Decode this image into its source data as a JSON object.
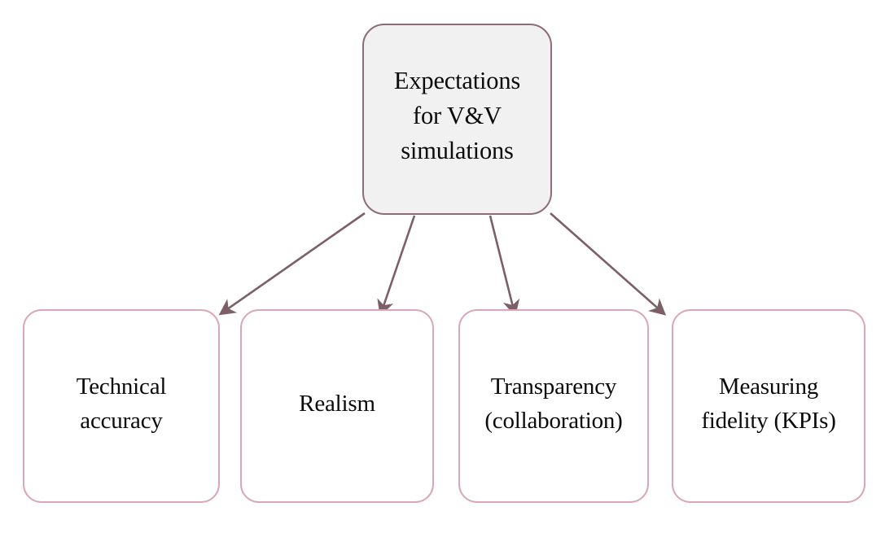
{
  "diagram": {
    "type": "hierarchy-tree",
    "orientation": "top-down",
    "background_color": "#ffffff",
    "root": {
      "id": "root",
      "label": "Expectations\nfor V&V\nsimulations",
      "fill_color": "#f2f1f1",
      "border_color": "#8c6c77",
      "text_color": "#0b0b0b"
    },
    "leaves": [
      {
        "id": "technical-accuracy",
        "label": "Technical\naccuracy",
        "fill_color": "#ffffff",
        "border_color": "#d9a7b8",
        "text_color": "#0b0b0b"
      },
      {
        "id": "realism",
        "label": "Realism",
        "fill_color": "#ffffff",
        "border_color": "#d9a7b8",
        "text_color": "#0b0b0b"
      },
      {
        "id": "transparency",
        "label": "Transparency\n(collaboration)",
        "fill_color": "#ffffff",
        "border_color": "#d9a7b8",
        "text_color": "#0b0b0b"
      },
      {
        "id": "measuring-fidelity",
        "label": "Measuring\nfidelity (KPIs)",
        "fill_color": "#ffffff",
        "border_color": "#d9a7b8",
        "text_color": "#0b0b0b"
      }
    ],
    "connectors": {
      "color": "#7d5f68",
      "width": 2.6,
      "arrowhead": "solid-stealth-triangle",
      "count": 4,
      "edges": [
        {
          "from": "root",
          "to": "technical-accuracy"
        },
        {
          "from": "root",
          "to": "realism"
        },
        {
          "from": "root",
          "to": "transparency"
        },
        {
          "from": "root",
          "to": "measuring-fidelity"
        }
      ]
    }
  }
}
